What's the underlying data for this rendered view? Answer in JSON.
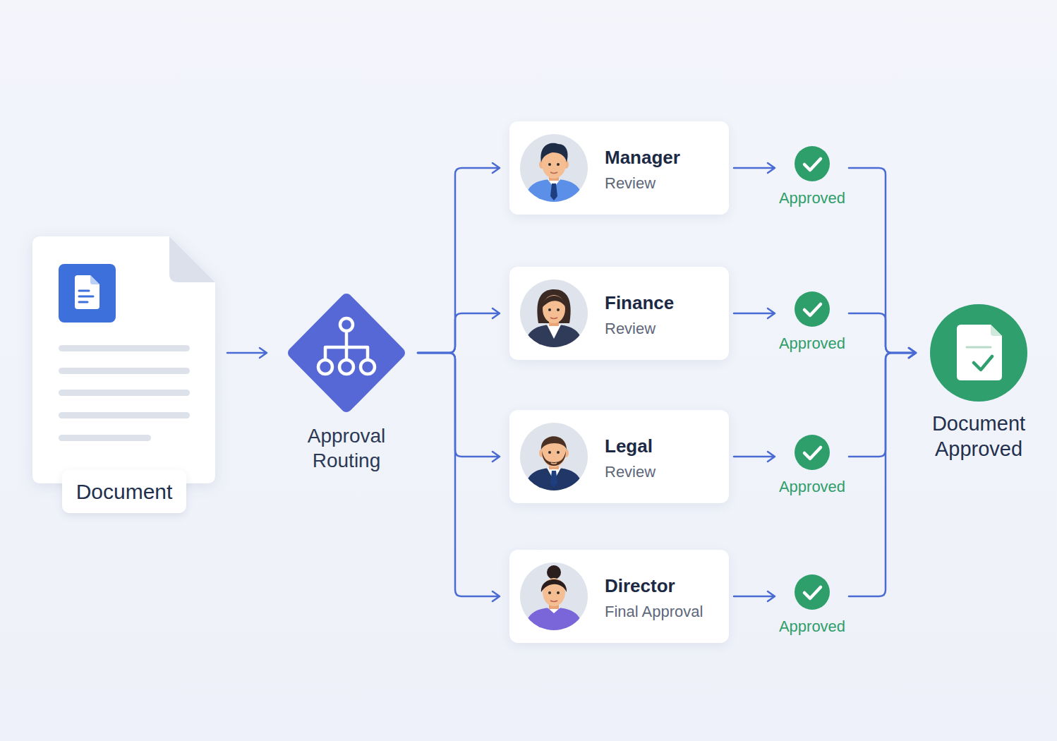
{
  "diagram": {
    "nodes": [
      {
        "text": [
          "Document"
        ]
      },
      {
        "text": [
          "Approval Routing"
        ]
      },
      {
        "text": [
          "Manager",
          "Review"
        ]
      },
      {
        "text": [
          "Finance",
          "Review"
        ]
      },
      {
        "text": [
          "Legal",
          "Review"
        ]
      },
      {
        "text": [
          "Director",
          "Final Approval"
        ]
      },
      {
        "text": [
          "Approved"
        ]
      },
      {
        "text": [
          "Approved"
        ]
      },
      {
        "text": [
          "Approved"
        ]
      },
      {
        "text": [
          "Approved"
        ]
      },
      {
        "text": [
          "Document Approved"
        ]
      }
    ],
    "edges": [
      {
        "from": 0,
        "to": 1,
        "arrow": "to"
      },
      {
        "from": 1,
        "to": 2,
        "arrow": "to"
      },
      {
        "from": 1,
        "to": 3,
        "arrow": "to"
      },
      {
        "from": 1,
        "to": 4,
        "arrow": "to"
      },
      {
        "from": 1,
        "to": 5,
        "arrow": "to"
      },
      {
        "from": 2,
        "to": 6,
        "arrow": "to"
      },
      {
        "from": 3,
        "to": 7,
        "arrow": "to"
      },
      {
        "from": 4,
        "to": 8,
        "arrow": "to"
      },
      {
        "from": 5,
        "to": 9,
        "arrow": "to"
      },
      {
        "from": 6,
        "to": 10,
        "arrow": "to"
      },
      {
        "from": 7,
        "to": 10,
        "arrow": "to"
      },
      {
        "from": 8,
        "to": 10,
        "arrow": "to"
      },
      {
        "from": 9,
        "to": 10,
        "arrow": "to"
      }
    ]
  }
}
